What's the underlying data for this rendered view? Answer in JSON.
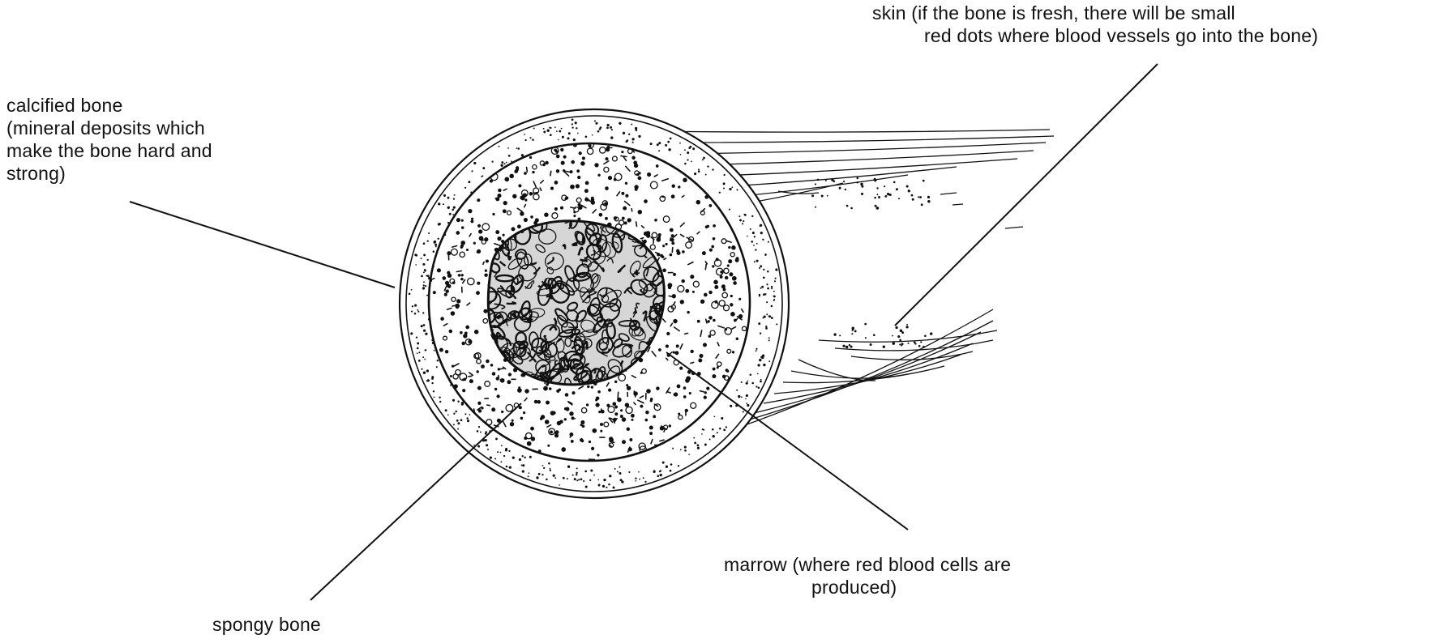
{
  "labels": {
    "skin": [
      "skin (if the bone is fresh, there will be small",
      "red dots where blood vessels go into the bone)"
    ],
    "calcified_bone": [
      "calcified bone",
      "(mineral deposits which",
      "make the bone hard and",
      "strong)"
    ],
    "marrow": [
      "marrow (where red blood cells are",
      "produced)"
    ],
    "spongy_bone": "spongy bone"
  },
  "colors": {
    "ink": "#111111",
    "background": "#ffffff"
  }
}
